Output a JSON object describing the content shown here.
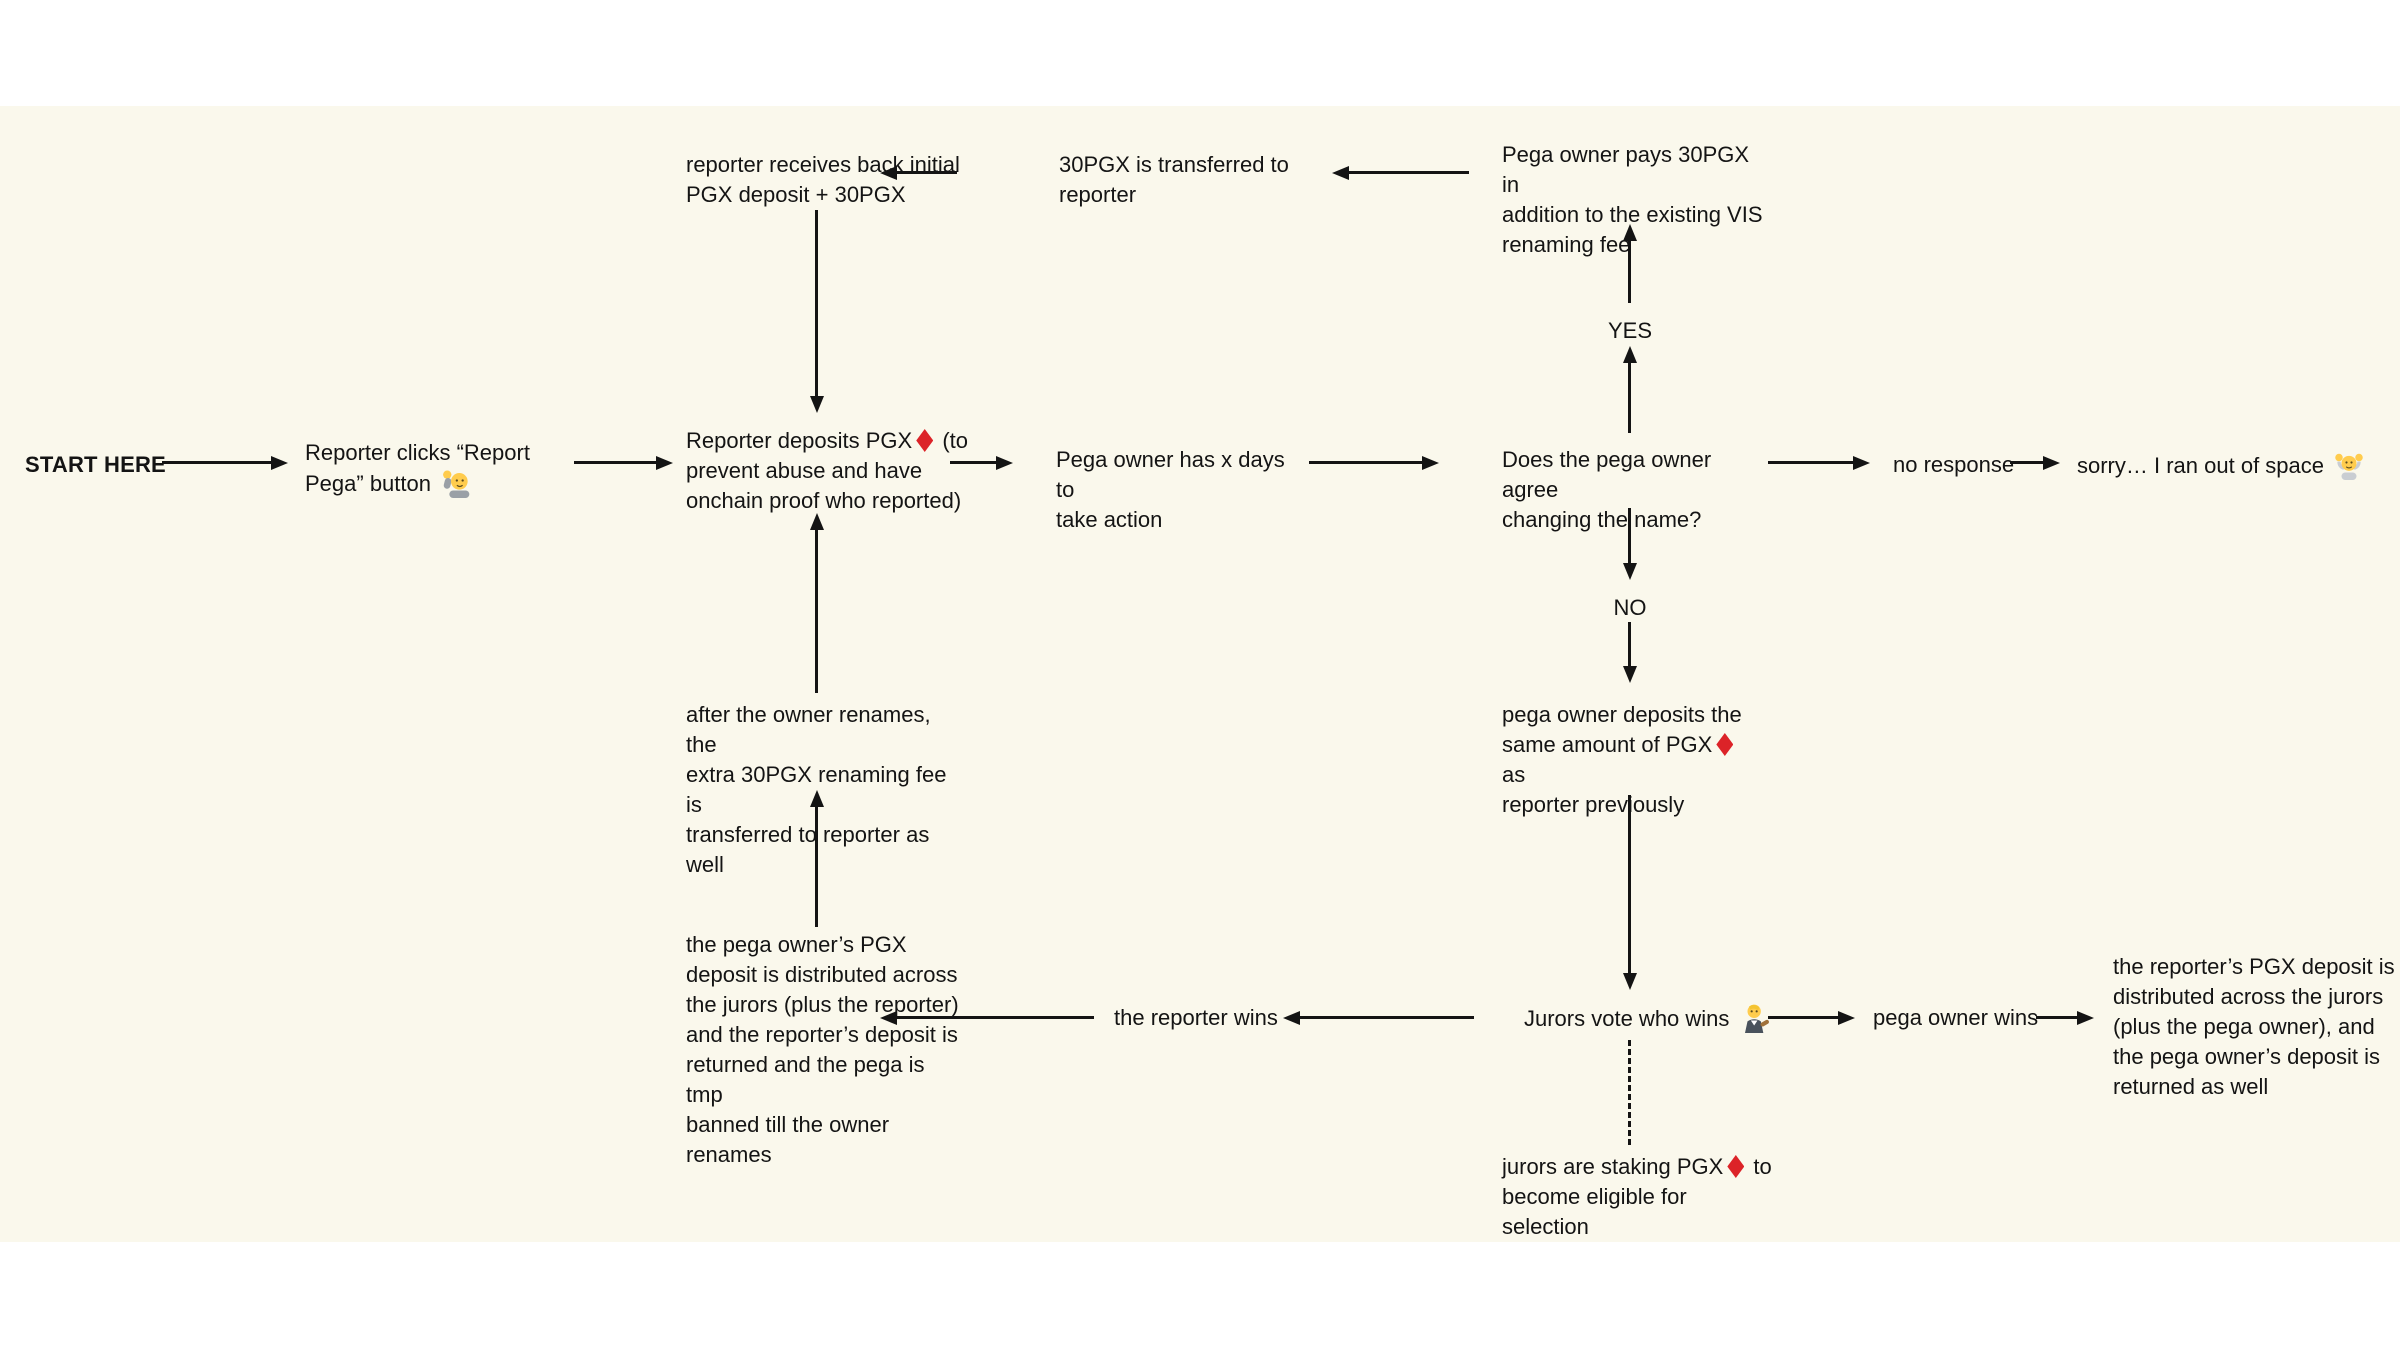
{
  "meta": {
    "title": "Report Pega dispute flowchart",
    "canvas_background": "#FAF8EC",
    "page_background": "#FFFFFF",
    "text_color": "#141414",
    "diamond_color": "#DC2328",
    "icons": {
      "diamond": "red-diamond-suit-emoji",
      "raising_hand": "person-raising-hand-emoji",
      "judge": "judge-emoji",
      "shrug": "person-shrugging-emoji"
    }
  },
  "labels": {
    "start": "START HERE",
    "yes": "YES",
    "no": "NO"
  },
  "nodes": {
    "reporter_clicks": {
      "text": "Reporter clicks “Report\nPega” button "
    },
    "reporter_deposits": {
      "pre": "Reporter deposits PGX",
      "post": " (to\nprevent abuse and have\nonchain proof who reported)"
    },
    "owner_days": {
      "text": "Pega owner has x days to\ntake action"
    },
    "decision": {
      "text": "Does the pega owner agree\nchanging the name?"
    },
    "no_response": {
      "text": "no response"
    },
    "sorry": {
      "text": "sorry… I ran out of space "
    },
    "reporter_receives": {
      "text": "reporter receives back initial\nPGX deposit + 30PGX"
    },
    "transfer_30pgx": {
      "text": "30PGX is transferred to\nreporter"
    },
    "owner_pays": {
      "text": "Pega owner pays 30PGX in\naddition to the existing VIS\nrenaming fee"
    },
    "owner_deposits": {
      "pre": "pega owner deposits the\nsame amount of PGX",
      "post": " as\nreporter previously"
    },
    "after_renames": {
      "text": "after the owner renames, the\nextra 30PGX renaming fee is\ntransferred to reporter as well"
    },
    "owner_deposit_distributed": {
      "text": "the pega owner’s PGX\ndeposit is distributed across\nthe jurors (plus the reporter)\nand the reporter’s deposit is\nreturned and the pega is tmp\nbanned till the owner\nrenames"
    },
    "reporter_wins": {
      "text": "the reporter wins"
    },
    "jurors_vote": {
      "text": "Jurors vote who wins "
    },
    "owner_wins": {
      "text": "pega owner wins"
    },
    "reporter_deposit_distributed": {
      "text": "the reporter’s PGX deposit is\ndistributed across the jurors\n(plus the pega owner), and\nthe pega owner’s deposit is\nreturned as well"
    },
    "jurors_staking": {
      "pre": "jurors are staking PGX",
      "post": " to\nbecome eligible for selection"
    }
  }
}
